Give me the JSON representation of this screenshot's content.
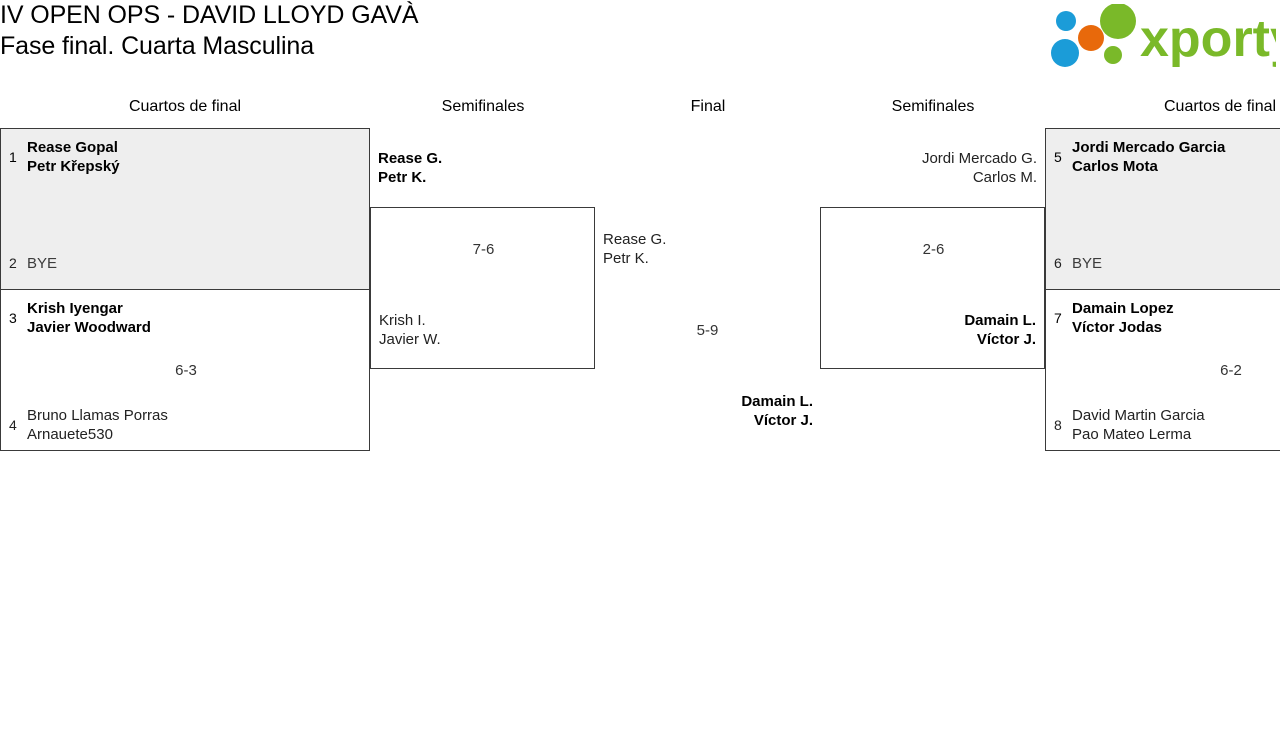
{
  "header": {
    "title_line1": "IV OPEN OPS - DAVID LLOYD GAVÀ",
    "title_line2": "Fase final. Cuarta Masculina",
    "logo_text": "xporty",
    "logo_colors": {
      "green": "#7ab929",
      "blue": "#1b9cd8",
      "orange": "#e8690b"
    }
  },
  "columns": [
    {
      "label": "Cuartos de final"
    },
    {
      "label": "Semifinales"
    },
    {
      "label": "Final"
    },
    {
      "label": "Semifinales"
    },
    {
      "label": "Cuartos de final"
    }
  ],
  "bracket": {
    "quarterfinals_left": [
      {
        "seed": "1",
        "name1": "Rease Gopal",
        "name2": "Petr Křepský",
        "winner": true,
        "shaded": true
      },
      {
        "seed": "2",
        "name1": "BYE",
        "name2": "",
        "winner": false,
        "shaded": true
      },
      {
        "seed": "3",
        "name1": "Krish Iyengar",
        "name2": "Javier Woodward",
        "winner": true,
        "shaded": false
      },
      {
        "seed": "4",
        "name1": "Bruno Llamas Porras",
        "name2": "Arnauete530",
        "winner": false,
        "shaded": false
      }
    ],
    "quarterfinals_left_scores": [
      {
        "value": ""
      },
      {
        "value": "6-3"
      }
    ],
    "semifinal_left": {
      "top": {
        "name1": "Rease G.",
        "name2": "Petr K.",
        "winner": true
      },
      "bottom": {
        "name1": "Krish I.",
        "name2": "Javier W.",
        "winner": false
      },
      "score": "7-6"
    },
    "final": {
      "left": {
        "name1": "Rease G.",
        "name2": "Petr K.",
        "winner": false
      },
      "right": {
        "name1": "Damain L.",
        "name2": "Víctor J.",
        "winner": true
      },
      "score": "5-9"
    },
    "semifinal_right": {
      "top": {
        "name1": "Jordi Mercado G.",
        "name2": "Carlos M.",
        "winner": false
      },
      "bottom": {
        "name1": "Damain L.",
        "name2": "Víctor J.",
        "winner": true
      },
      "score": "2-6"
    },
    "quarterfinals_right": [
      {
        "seed": "5",
        "name1": "Jordi Mercado Garcia",
        "name2": "Carlos Mota",
        "winner": true,
        "shaded": true
      },
      {
        "seed": "6",
        "name1": "BYE",
        "name2": "",
        "winner": false,
        "shaded": true
      },
      {
        "seed": "7",
        "name1": "Damain Lopez",
        "name2": "Víctor Jodas",
        "winner": true,
        "shaded": false
      },
      {
        "seed": "8",
        "name1": "David Martin Garcia",
        "name2": "Pao Mateo Lerma",
        "winner": false,
        "shaded": false
      }
    ],
    "quarterfinals_right_scores": [
      {
        "value": ""
      },
      {
        "value": "6-2"
      }
    ]
  }
}
